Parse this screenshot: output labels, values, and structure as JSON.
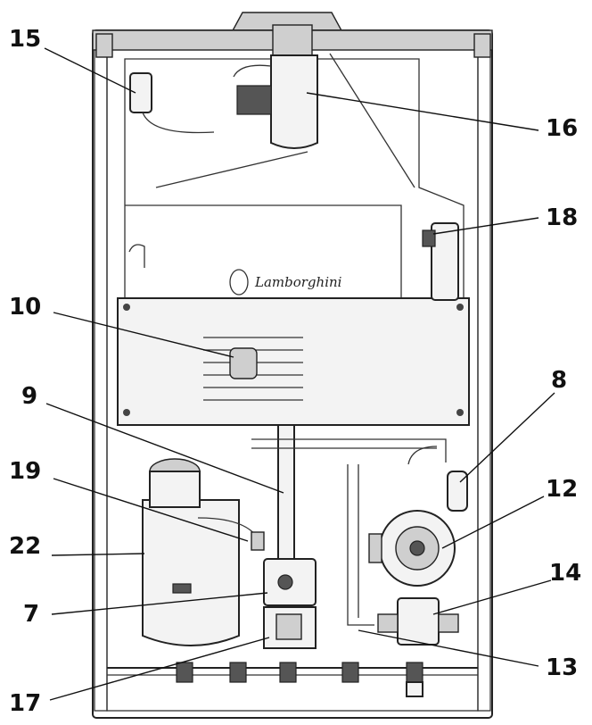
{
  "diagram": {
    "brand": "Lamborghini",
    "callouts": [
      {
        "id": "15",
        "label": "15"
      },
      {
        "id": "16",
        "label": "16"
      },
      {
        "id": "18",
        "label": "18"
      },
      {
        "id": "10",
        "label": "10"
      },
      {
        "id": "9",
        "label": "9"
      },
      {
        "id": "8",
        "label": "8"
      },
      {
        "id": "19",
        "label": "19"
      },
      {
        "id": "12",
        "label": "12"
      },
      {
        "id": "22",
        "label": "22"
      },
      {
        "id": "14",
        "label": "14"
      },
      {
        "id": "7",
        "label": "7"
      },
      {
        "id": "13",
        "label": "13"
      },
      {
        "id": "17",
        "label": "17"
      }
    ]
  }
}
